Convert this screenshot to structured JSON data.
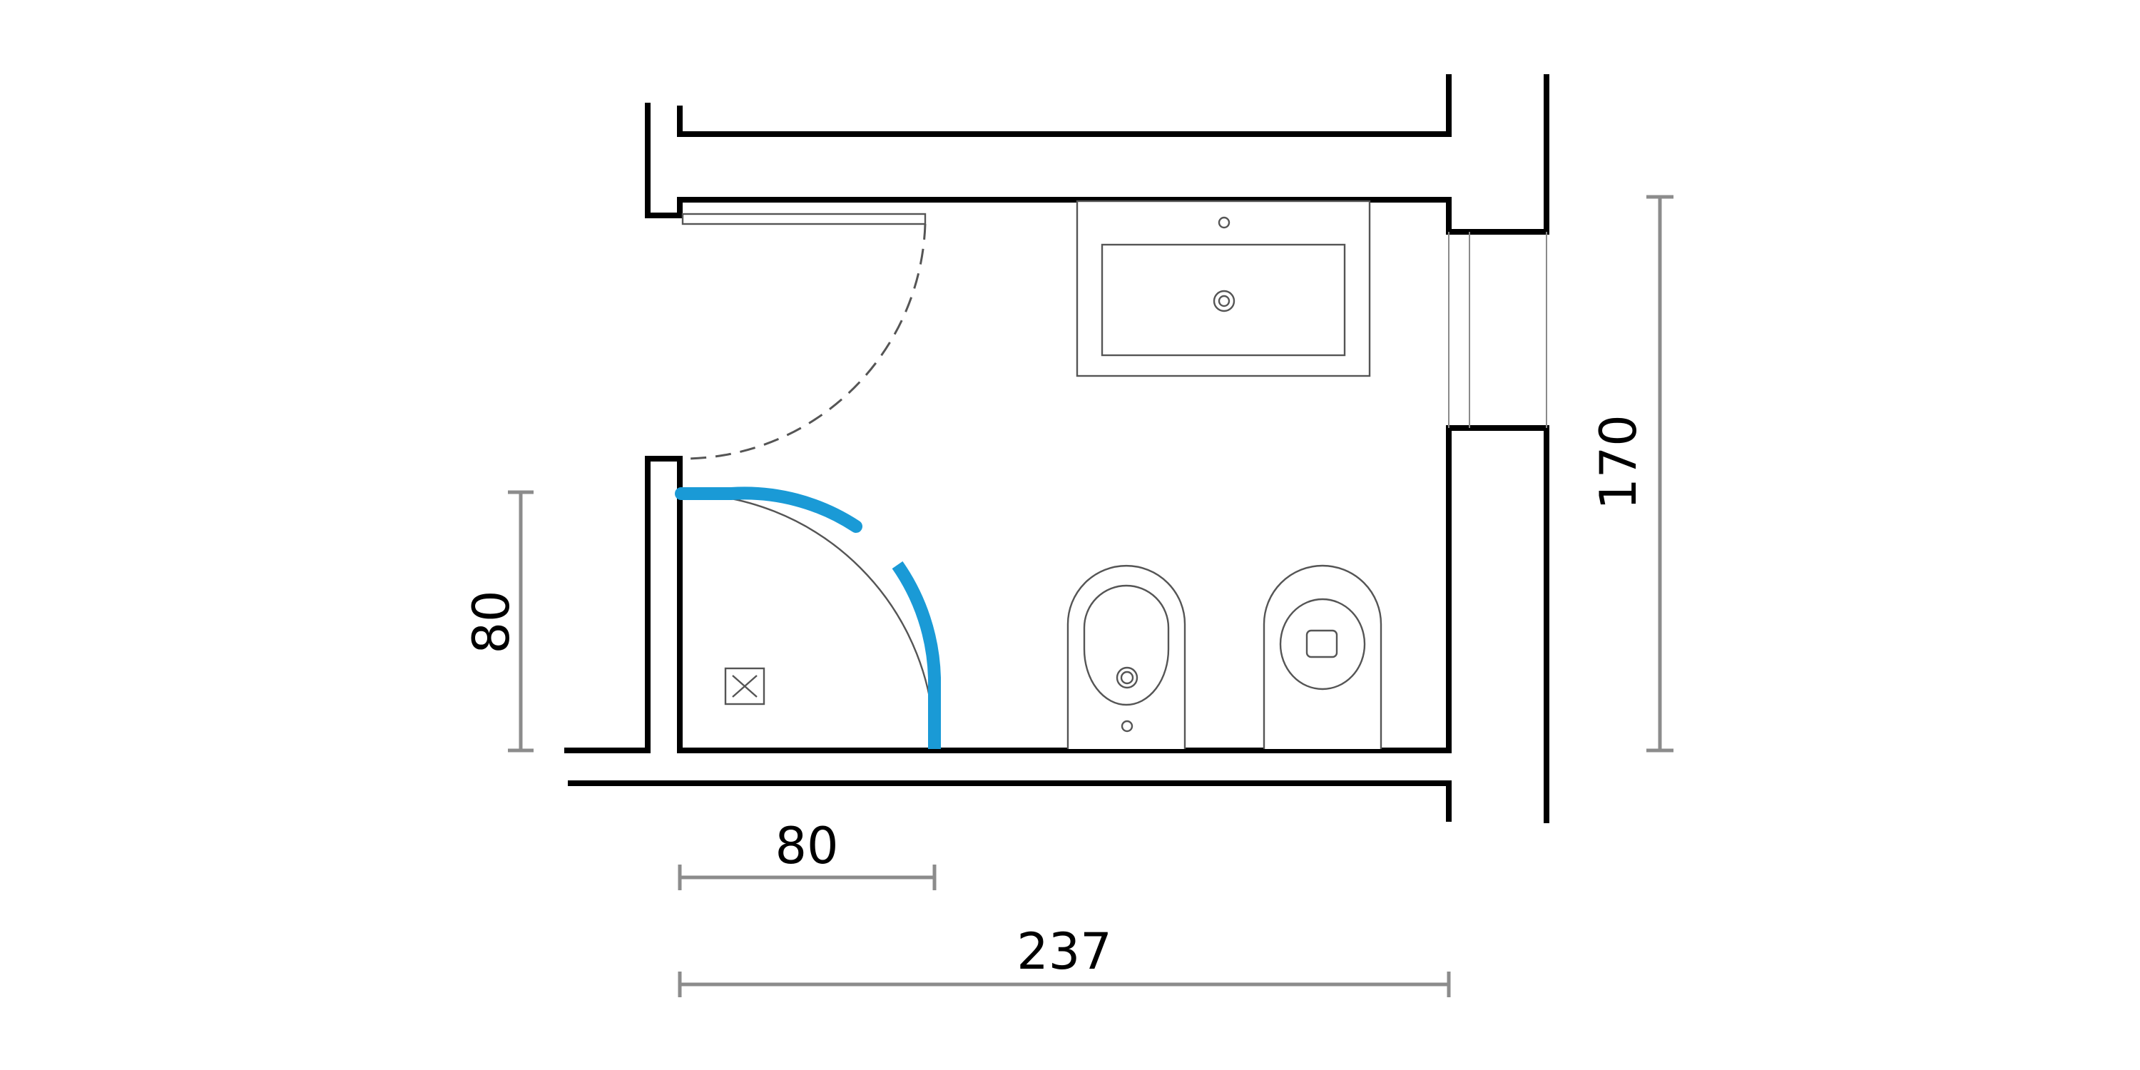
{
  "drawing": {
    "accent_color": "#1a9ad6",
    "wall_color": "#000000",
    "dimension_color": "#8c8c8c"
  },
  "dimensions": {
    "shower_depth": "80",
    "shower_width": "80",
    "room_width": "237",
    "room_depth": "170"
  },
  "fixtures": {
    "washbasin": "washbasin-icon",
    "bidet": "bidet-icon",
    "toilet": "toilet-icon",
    "floor_drain": "floor-drain-icon",
    "shower_enclosure": "curved-shower-screen-icon",
    "door": "door-swing-icon",
    "window": "window-icon"
  }
}
